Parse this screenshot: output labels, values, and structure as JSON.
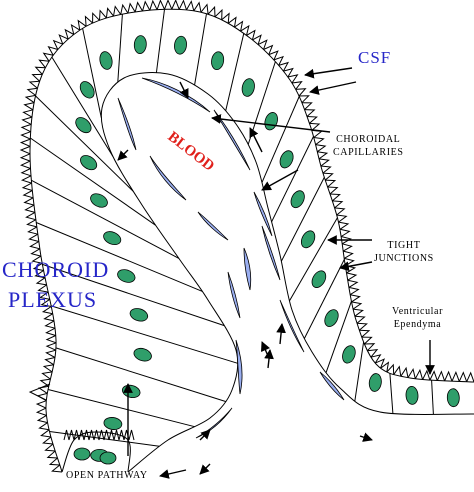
{
  "colors": {
    "cell_outline": "#000000",
    "nucleus_fill": "#2f9e6a",
    "capillary_fill": "#9aaef0",
    "label_blue": "#2626c8",
    "blood_red": "#e0201b"
  },
  "labels": {
    "csf": "CSF",
    "blood": "BLOOD",
    "choroid_plexus_line1": "CHOROID",
    "choroid_plexus_line2": "PLEXUS",
    "choroidal_capillaries": "CHOROIDAL\nCAPILLARIES",
    "tight_junctions": "TIGHT\nJUNCTIONS",
    "ventricular_ependyma": "Ventricular\nEpendyma",
    "open_pathway": "OPEN PATHWAY"
  },
  "icons": {
    "nucleus": "green-oval-nucleus-icon",
    "arrow": "arrow-icon"
  }
}
